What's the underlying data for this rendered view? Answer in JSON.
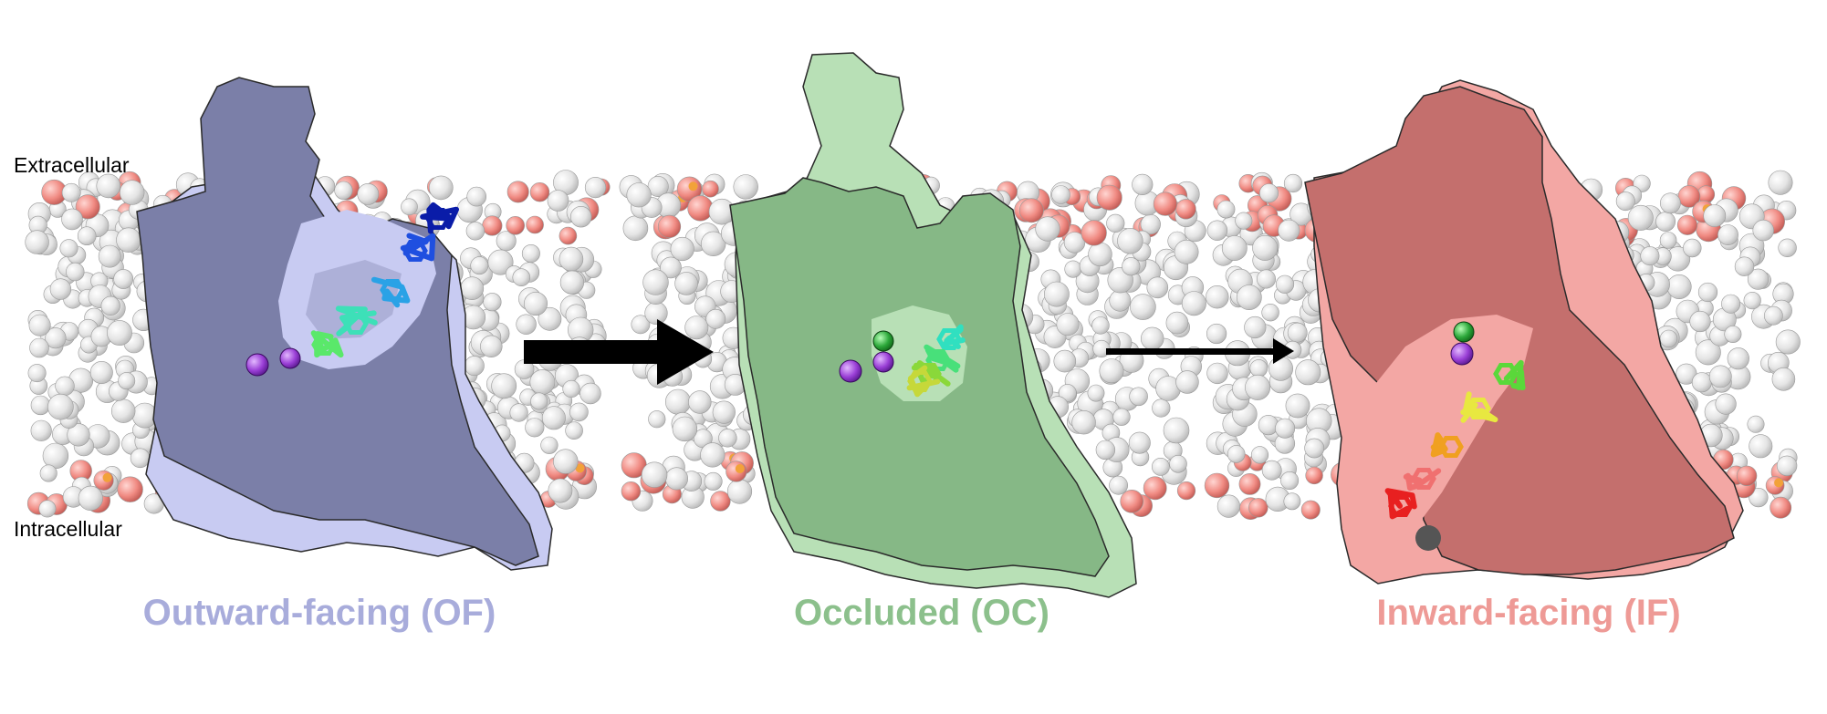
{
  "labels": {
    "extracellular": "Extracellular",
    "intracellular": "Intracellular"
  },
  "states": [
    {
      "label": "Outward-facing (OF)",
      "color": "#a8acdb",
      "surface": "#7b7fa8",
      "surface_light": "#c8cbf2"
    },
    {
      "label": "Occluded (OC)",
      "color": "#8cc08c",
      "surface": "#86b886",
      "surface_light": "#b8e0b6"
    },
    {
      "label": "Inward-facing (IF)",
      "color": "#ee9a96",
      "surface": "#c46f6d",
      "surface_light": "#f3a7a4"
    }
  ],
  "colors": {
    "lipid_head": "#ee8a84",
    "lipid_tail": "#e6e6e6",
    "phosphorus": "#f2a23a",
    "ion_purple": "#9a3fd6",
    "ion_green": "#2ca83a",
    "arrow": "#000000"
  },
  "substrate_colors": {
    "of": [
      "#0a1ca8",
      "#1f4fe0",
      "#2aa2e6",
      "#3de0b8",
      "#5ae86a"
    ],
    "oc": [
      "#30e0c0",
      "#48e07a",
      "#8ad83a",
      "#c6d83a"
    ],
    "if": [
      "#5ad83a",
      "#e8e840",
      "#f0a020",
      "#f07070",
      "#e82020"
    ]
  }
}
